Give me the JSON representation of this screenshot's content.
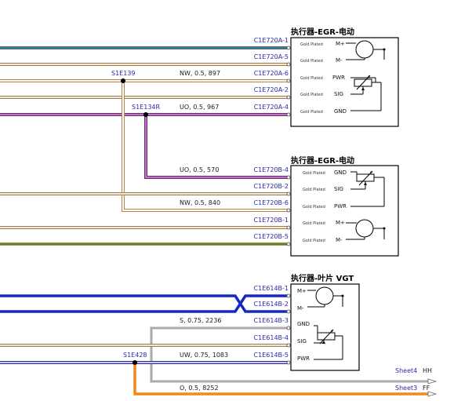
{
  "components": {
    "egr_a": {
      "title": "执行器-EGR-电动",
      "pins": [
        {
          "plating": "Gold Plated",
          "name": "M+"
        },
        {
          "plating": "Gold Plated",
          "name": "M-"
        },
        {
          "plating": "Gold Plated",
          "name": "PWR"
        },
        {
          "plating": "Gold Plated",
          "name": "SIG"
        },
        {
          "plating": "Gold Plated",
          "name": "GND"
        }
      ]
    },
    "egr_b": {
      "title": "执行器-EGR-电动",
      "pins": [
        {
          "plating": "Gold Plated",
          "name": "GND"
        },
        {
          "plating": "Gold Plated",
          "name": "SIG"
        },
        {
          "plating": "Gold Plated",
          "name": "PWR"
        },
        {
          "plating": "Gold Plated",
          "name": "M+"
        },
        {
          "plating": "Gold Plated",
          "name": "M-"
        }
      ]
    },
    "vgt": {
      "title": "执行器-叶片 VGT",
      "pins": [
        {
          "name": "M+"
        },
        {
          "name": "M-"
        },
        {
          "name": "GND"
        },
        {
          "name": "SIG"
        },
        {
          "name": "PWR"
        }
      ]
    }
  },
  "connectors": {
    "a": [
      "C1E720A-1",
      "C1E720A-5",
      "C1E720A-6",
      "C1E720A-2",
      "C1E720A-4"
    ],
    "b": [
      "C1E720B-4",
      "C1E720B-2",
      "C1E720B-6",
      "C1E720B-1",
      "C1E720B-5"
    ],
    "vgt": [
      "C1E614B-1",
      "C1E614B-2",
      "C1E614B-3",
      "C1E614B-4",
      "C1E614B-5"
    ]
  },
  "splices": {
    "s1": "S1E139",
    "s2": "S1E134R",
    "s3": "S1E428"
  },
  "wire_labels": {
    "a6": "NW, 0.5, 897",
    "a4": "UO, 0.5, 967",
    "b4": "UO, 0.5, 570",
    "b6": "NW, 0.5, 840",
    "v3": "S, 0.75, 2236",
    "v5": "UW, 0.75, 1083",
    "ff": "O, 0.5, 8252"
  },
  "sheet_refs": {
    "hh": {
      "sheet": "Sheet4",
      "code": "HH"
    },
    "ff": {
      "sheet": "Sheet3",
      "code": "FF"
    }
  },
  "colors": {
    "teal_blue": "#2a7fa8",
    "tan": "#c8a06c",
    "purple": "#8e3c96",
    "olive": "#6e7c2a",
    "dark_blue": "#1428c8",
    "gray": "#aaaaaa",
    "navy": "#2a2a9a",
    "orange": "#ee8a1a",
    "connector_text": "#2a2aa8"
  }
}
